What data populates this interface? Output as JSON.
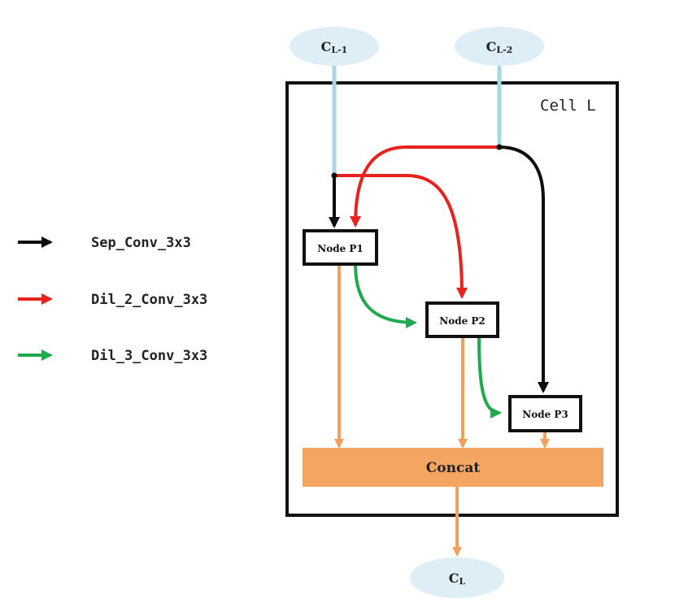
{
  "colors": {
    "sep": "#0d0d0d",
    "dil2": "#e8231e",
    "dil3": "#1faa4f",
    "skip": "#f2a05a",
    "input": "#a9d6e5",
    "ellipse": "#ddeef6",
    "concat_fill": "#f3a561"
  },
  "legend": [
    {
      "label": "Sep_Conv_3x3",
      "color_key": "sep"
    },
    {
      "label": "Dil_2_Conv_3x3",
      "color_key": "dil2"
    },
    {
      "label": "Dil_3_Conv_3x3",
      "color_key": "dil3"
    }
  ],
  "cell": {
    "title": "Cell L"
  },
  "inputs": {
    "c1": {
      "base": "C",
      "sub": "L-1"
    },
    "c2": {
      "base": "C",
      "sub": "L-2"
    }
  },
  "output": {
    "base": "C",
    "sub": "L"
  },
  "nodes": {
    "p1": "Node P1",
    "p2": "Node P2",
    "p3": "Node P3"
  },
  "concat": "Concat"
}
